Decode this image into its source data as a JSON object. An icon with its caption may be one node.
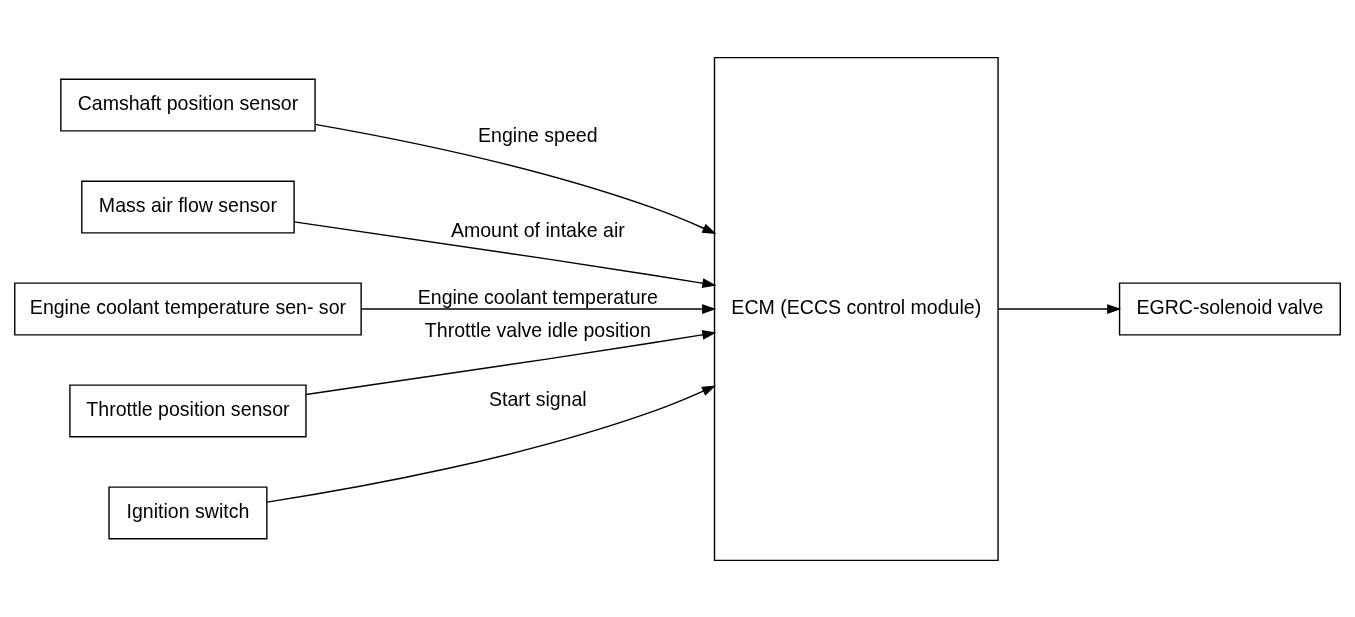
{
  "diagram": {
    "nodes": [
      {
        "text": [
          "Camshaft position sensor"
        ]
      },
      {
        "text": [
          "Mass air flow sensor"
        ]
      },
      {
        "text": [
          "Engine coolant temperature sen- sor"
        ]
      },
      {
        "text": [
          "Throttle position sensor"
        ]
      },
      {
        "text": [
          "Ignition switch"
        ]
      },
      {
        "text": [
          "ECM (ECCS control module)"
        ]
      },
      {
        "text": [
          "EGRC-solenoid valve"
        ]
      }
    ],
    "edges": [
      {
        "from": 0,
        "to": 5,
        "arrow": "to",
        "label": "Engine speed"
      },
      {
        "from": 1,
        "to": 5,
        "arrow": "to",
        "label": "Amount of intake air"
      },
      {
        "from": 2,
        "to": 5,
        "arrow": "to",
        "label": "Engine coolant temperature"
      },
      {
        "from": 3,
        "to": 5,
        "arrow": "to",
        "label": "Throttle valve idle position"
      },
      {
        "from": 4,
        "to": 5,
        "arrow": "to",
        "label": "Start signal"
      },
      {
        "from": 5,
        "to": 6,
        "arrow": "to"
      }
    ]
  }
}
